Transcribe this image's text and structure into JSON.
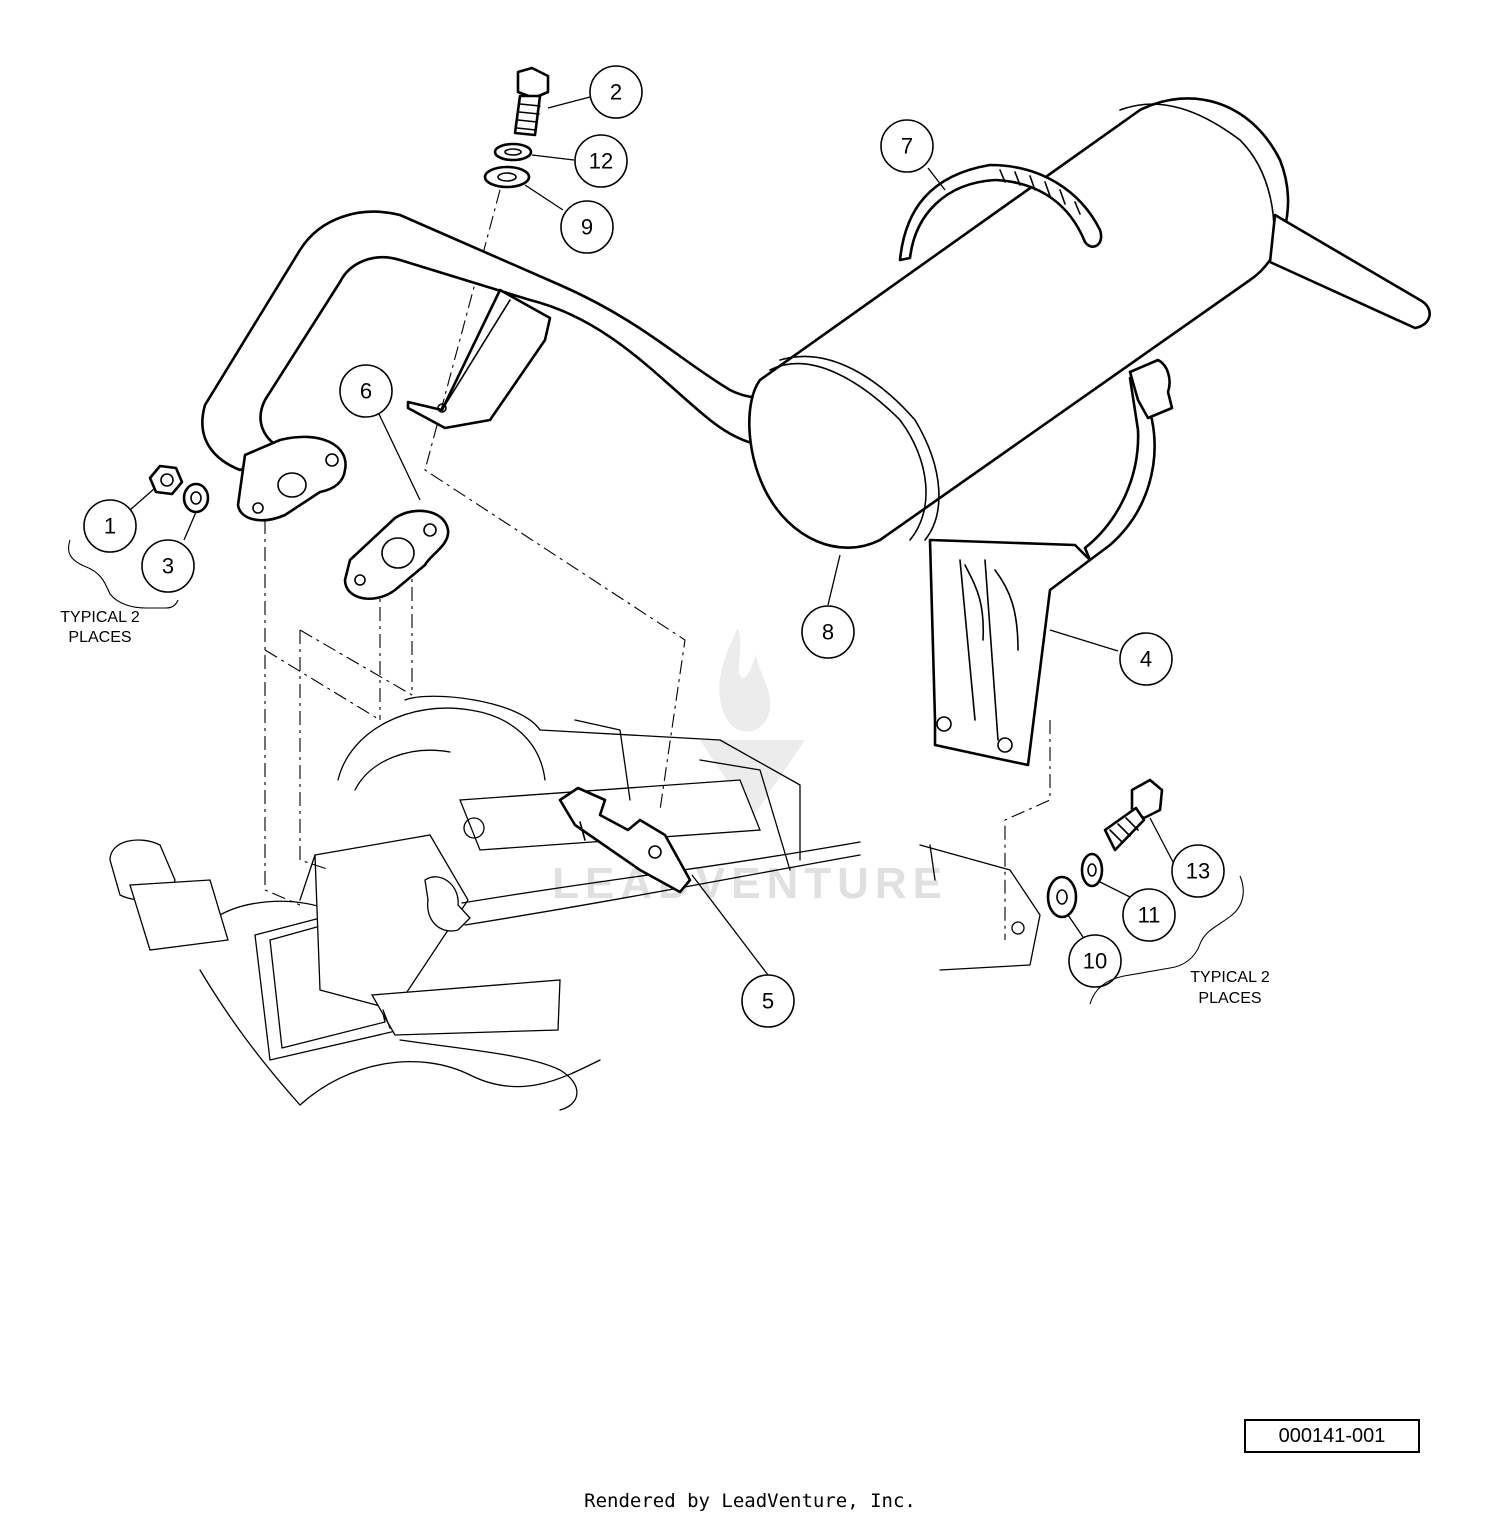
{
  "callouts": [
    {
      "id": "1",
      "label": "1"
    },
    {
      "id": "2",
      "label": "2"
    },
    {
      "id": "3",
      "label": "3"
    },
    {
      "id": "4",
      "label": "4"
    },
    {
      "id": "5",
      "label": "5"
    },
    {
      "id": "6",
      "label": "6"
    },
    {
      "id": "7",
      "label": "7"
    },
    {
      "id": "8",
      "label": "8"
    },
    {
      "id": "9",
      "label": "9"
    },
    {
      "id": "10",
      "label": "10"
    },
    {
      "id": "11",
      "label": "11"
    },
    {
      "id": "12",
      "label": "12"
    },
    {
      "id": "13",
      "label": "13"
    }
  ],
  "notes": {
    "left_line1": "TYPICAL 2",
    "left_line2": "PLACES",
    "right_line1": "TYPICAL 2",
    "right_line2": "PLACES"
  },
  "watermark": "LEADVENTURE",
  "drawing_number": "000141-001",
  "footer": "Rendered by LeadVenture, Inc."
}
